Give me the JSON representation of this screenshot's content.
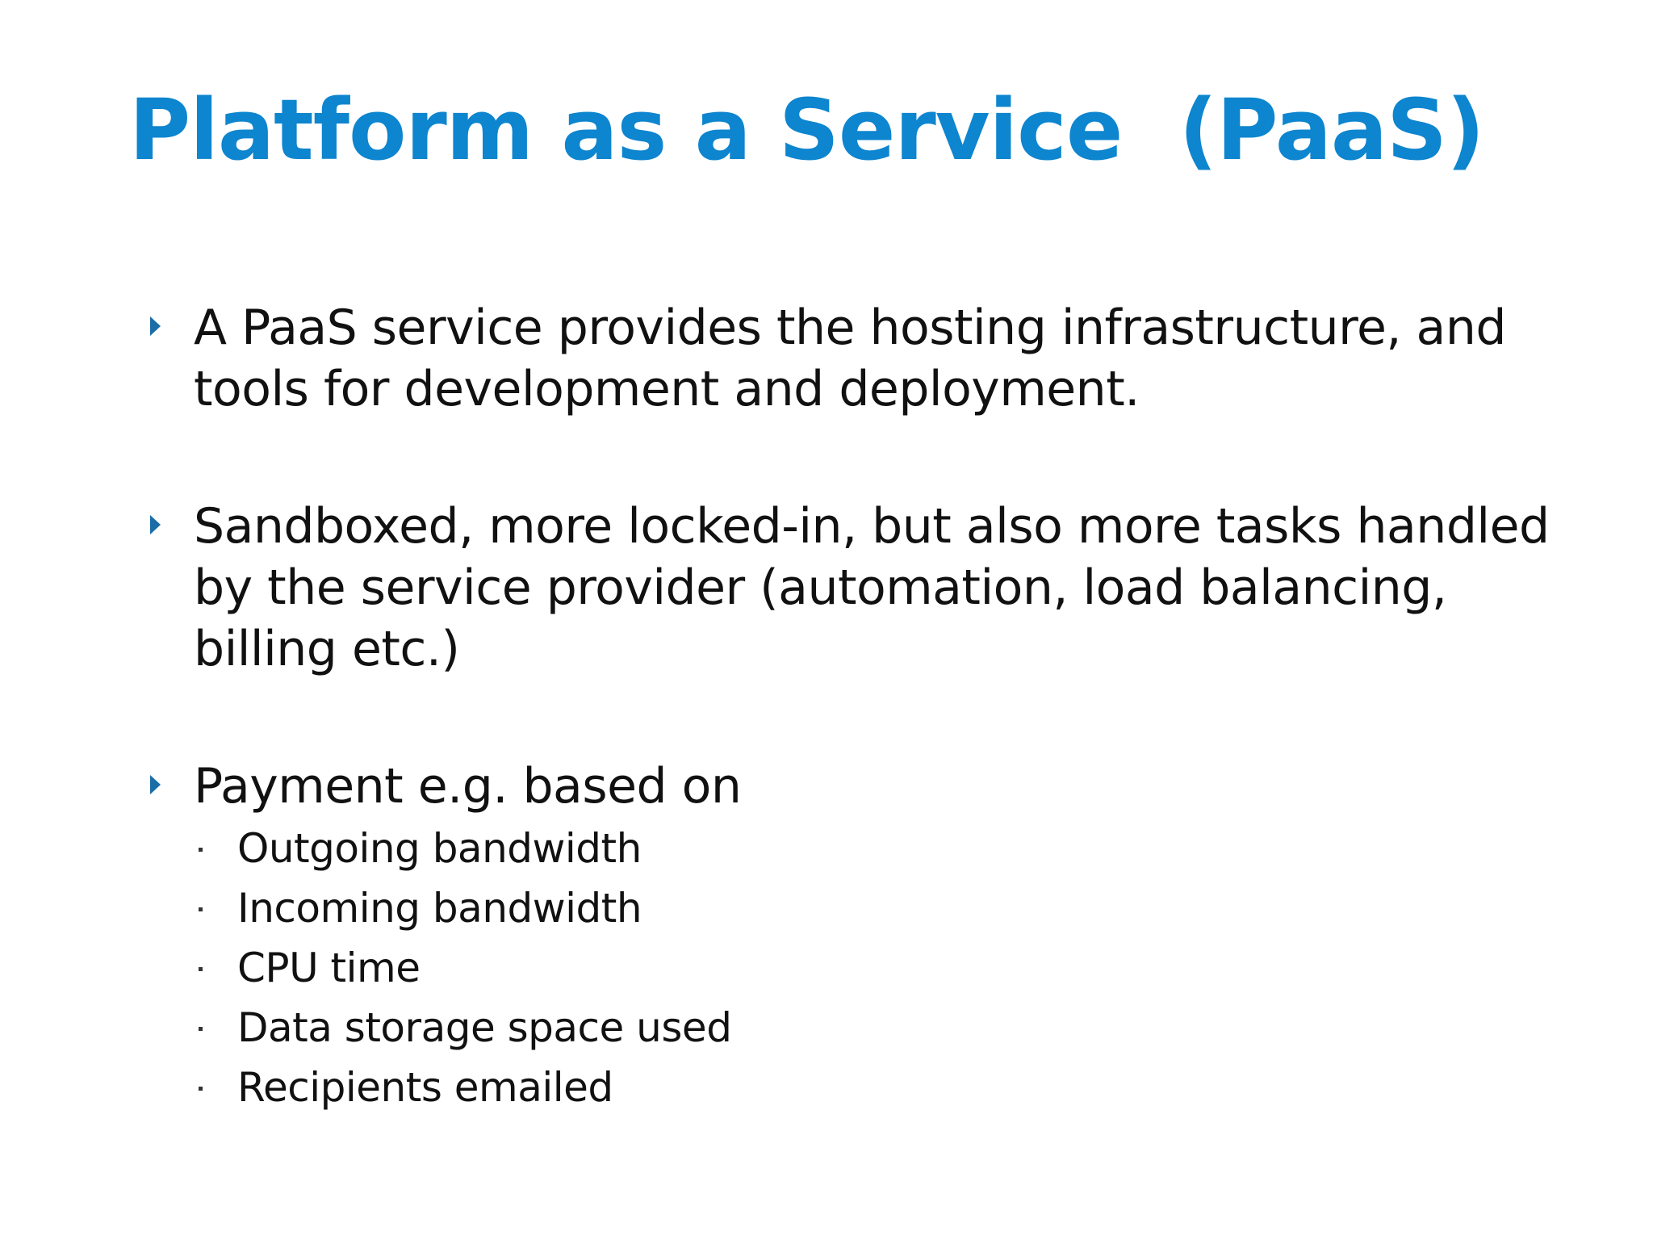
{
  "slide": {
    "title": "Platform as a Service  (PaaS)",
    "bullets": [
      {
        "text": "A PaaS service provides the hosting infrastructure, and tools for development and deployment."
      },
      {
        "text": "Sandboxed, more locked-in, but also more tasks handled by the service provider (automation, load balancing, billing etc.)"
      },
      {
        "text": "Payment e.g. based on",
        "subitems": [
          "Outgoing bandwidth",
          "Incoming bandwidth",
          "CPU time",
          "Data storage space used",
          "Recipients emailed"
        ]
      }
    ],
    "colors": {
      "title": "#0d85cf",
      "bullet_marker": "#1a6da6",
      "text": "#111111"
    },
    "icons": {
      "bullet_marker": "triangle-right-icon",
      "sub_bullet_marker": "small-square-dot-icon"
    }
  }
}
